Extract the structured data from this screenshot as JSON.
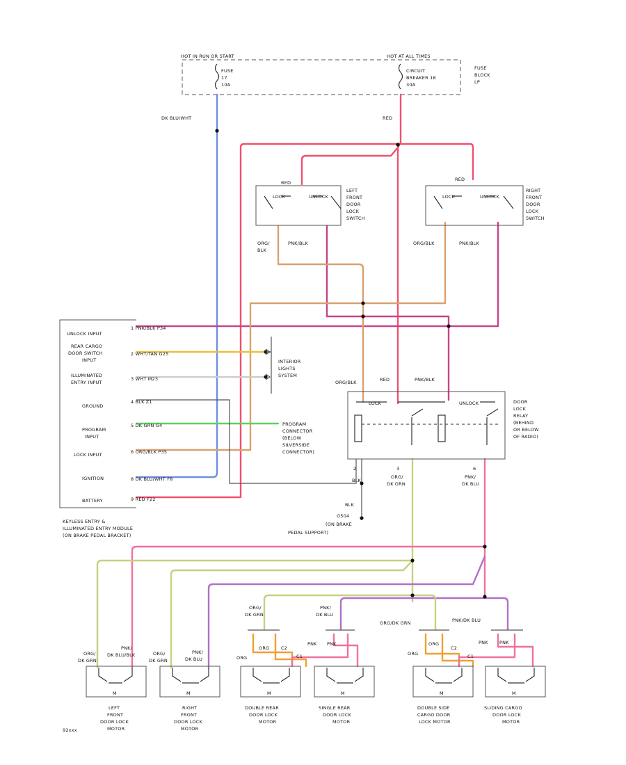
{
  "labels": {
    "hot_in_run": "HOT IN RUN OR START",
    "hot_at_all_times": "HOT AT ALL TIMES",
    "fuse": [
      "FUSE",
      "17",
      "10A"
    ],
    "circuit_breaker": [
      "CIRCUIT",
      "BREAKER 18",
      "30A"
    ],
    "fuse_block": [
      "FUSE",
      "BLOCK",
      "LP"
    ],
    "dk_blu_wht": "DK BLU/WHT",
    "red_top": "RED",
    "red_lf": "RED",
    "red_rf": "RED",
    "lock_lf": "LOCK",
    "unlock_lf": "UNLOCK",
    "lock_rf": "LOCK",
    "unlock_rf": "UNLOCK",
    "lf_switch": [
      "LEFT",
      "FRONT",
      "DOOR",
      "LOCK",
      "SWITCH"
    ],
    "rf_switch": [
      "RIGHT",
      "FRONT",
      "DOOR",
      "LOCK",
      "SWITCH"
    ],
    "org_blk_lf": [
      "ORG/",
      "BLK"
    ],
    "pnk_blk_lf": "PNK/BLK",
    "org_blk_rf": "ORG/BLK",
    "pnk_blk_rf": "PNK/BLK",
    "module_pins": [
      "UNLOCK INPUT",
      "REAR CARGO",
      "DOOR SWITCH",
      "INPUT",
      "ILLUMINATED",
      "ENTRY INPUT",
      "GROUND",
      "PROGRAM",
      "INPUT",
      "LOCK INPUT",
      "IGNITION",
      "BATTERY"
    ],
    "module_wires": [
      "1  PNK/BLK  P34",
      "2  WHT/TAN  G25",
      "3  WHT  M23",
      "4  BLK  Z1",
      "5  DK GRN  G4",
      "6  ORG/BLK  P35",
      "8  DK BLU/WHT  F8",
      "9  RED  F22"
    ],
    "interior_lights": [
      "INTERIOR",
      "LIGHTS",
      "SYSTEM"
    ],
    "program_connector": [
      "PROGRAM",
      "CONNECTOR",
      "(BELOW",
      "SILVERSIDE",
      "CONNECTOR)"
    ],
    "org_blk_relay": "ORG/BLK",
    "red_relay": "RED",
    "pnk_blk_relay": "PNK/BLK",
    "relay_lock": "LOCK",
    "relay_unlock": "UNLOCK",
    "relay_name": [
      "DOOR",
      "LOCK",
      "RELAY",
      "(BEHIND",
      "OR BELOW",
      "OF RADIO)"
    ],
    "pin2": "2",
    "blk_relay": "BLK",
    "pin3": "3",
    "org_dk_grn": [
      "ORG/",
      "DK GRN"
    ],
    "pin6": "6",
    "pnk_dk_blu": [
      "PNK/",
      "DK BLU"
    ],
    "blk_ground": "BLK",
    "ground_label": [
      "G504",
      "(ON BRAKE",
      "PEDAL SUPPORT)"
    ],
    "module_name": [
      "KEYLESS ENTRY &",
      "ILLUMINATED ENTRY MODULE",
      "(ON BRAKE PEDAL BRACKET)"
    ],
    "motor_wires": [
      "ORG/",
      "DK GRN",
      "PNK/",
      "DK BLU/BLK",
      "ORG/",
      "DK GRN",
      "PNK/",
      "DK BLU",
      "ORG/",
      "DK GRN",
      "PNK/",
      "DK BLU",
      "ORG/DK GRN",
      "PNK/DK BLU"
    ],
    "motor_pins": [
      "ORG",
      "ORG",
      "C2",
      "C1",
      "PNK",
      "PNK",
      "ORG",
      "ORG",
      "C2",
      "C1",
      "PNK",
      "PNK"
    ],
    "motor_mark": "M",
    "motors": [
      [
        "LEFT",
        "FRONT",
        "DOOR LOCK",
        "MOTOR"
      ],
      [
        "RIGHT",
        "FRONT",
        "DOOR LOCK",
        "MOTOR"
      ],
      [
        "DOUBLE REAR",
        "DOOR LOCK",
        "MOTOR"
      ],
      [
        "SINGLE REAR",
        "DOOR LOCK",
        "MOTOR"
      ],
      [
        "DOUBLE SIDE",
        "CARGO DOOR",
        "LOCK MOTOR"
      ],
      [
        "SLIDING CARGO",
        "DOOR LOCK",
        "MOTOR"
      ]
    ],
    "figure_id": "92xxx"
  },
  "colors": {
    "red": "#f0506e",
    "blue": "#6f8fe6",
    "tan": "#d9a070",
    "pink_purple": "#c8448a",
    "purple": "#b070c8",
    "pink": "#f070a0",
    "green": "#60d060",
    "yellow": "#e8c040",
    "olive": "#c8d080",
    "orange": "#f0a030",
    "gray": "#999999",
    "black": "#333333"
  }
}
